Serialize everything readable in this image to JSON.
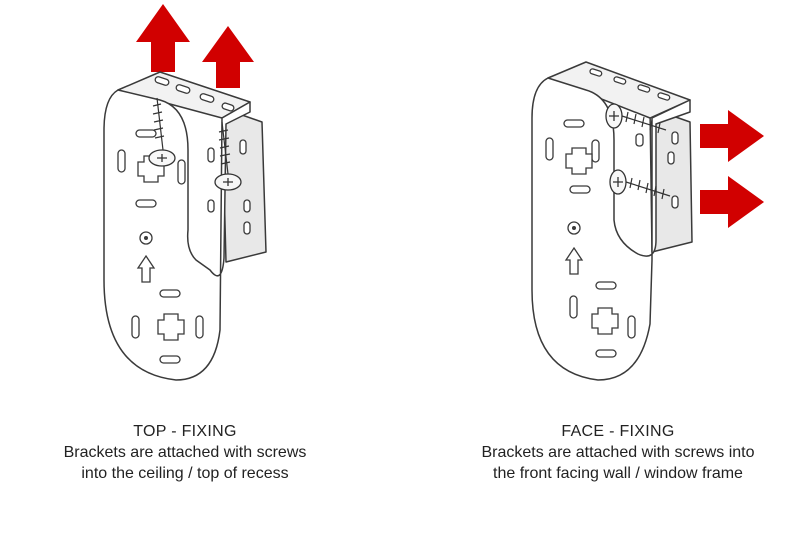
{
  "colors": {
    "arrow": "#d10000",
    "line": "#3a3a3a",
    "text": "#222222"
  },
  "panels": [
    {
      "title": "TOP - FIXING",
      "description": "Brackets are attached with screws into the ceiling / top of recess",
      "arrow_direction": "up"
    },
    {
      "title": "FACE - FIXING",
      "description": "Brackets are attached with screws into the front facing wall / window frame",
      "arrow_direction": "right"
    }
  ]
}
